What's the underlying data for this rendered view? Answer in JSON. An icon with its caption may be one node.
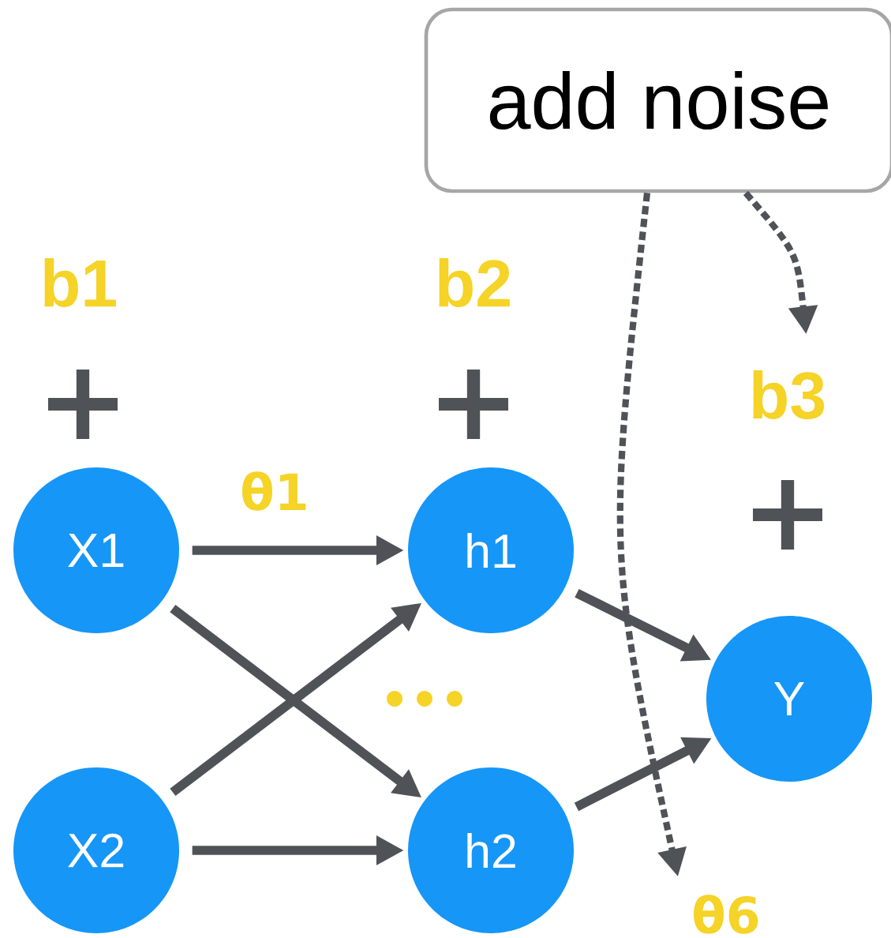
{
  "diagram": {
    "nodes": [
      {
        "text": [
          "add noise"
        ]
      },
      {
        "text": [
          "X1"
        ]
      },
      {
        "text": [
          "X2"
        ]
      },
      {
        "text": [
          "h1"
        ]
      },
      {
        "text": [
          "h2"
        ]
      },
      {
        "text": [
          "Y"
        ]
      }
    ],
    "edges": [
      {
        "from": 1,
        "to": 3,
        "arrow": "to"
      },
      {
        "from": 1,
        "to": 4,
        "arrow": "to"
      },
      {
        "from": 2,
        "to": 3,
        "arrow": "to"
      },
      {
        "from": 2,
        "to": 4,
        "arrow": "to"
      },
      {
        "from": 3,
        "to": 5,
        "arrow": "to"
      },
      {
        "from": 4,
        "to": 5,
        "arrow": "to"
      },
      {
        "from": 0,
        "to": null,
        "arrow": "to",
        "style": "dashed"
      },
      {
        "from": 0,
        "to": null,
        "arrow": "to",
        "style": "dashed"
      }
    ],
    "labels": [
      "b1",
      "b2",
      "b3",
      "+",
      "+",
      "+",
      "θ1",
      "θ6"
    ]
  }
}
